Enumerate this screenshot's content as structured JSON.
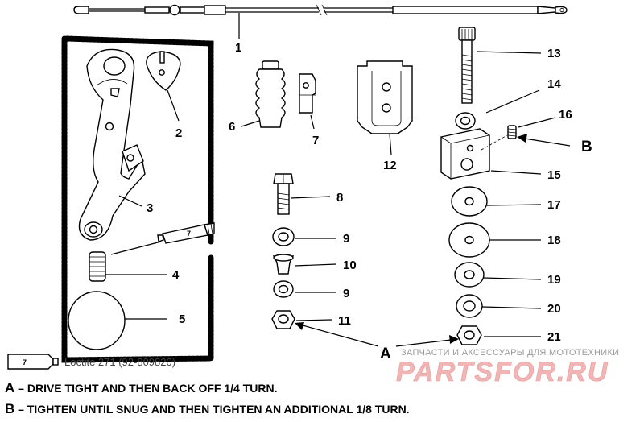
{
  "callouts": {
    "c1": "1",
    "c2": "2",
    "c3": "3",
    "c4": "4",
    "c5": "5",
    "c6": "6",
    "c7a": "7",
    "c8": "8",
    "c9a": "9",
    "c10": "10",
    "c9b": "9",
    "c11": "11",
    "c12": "12",
    "c13": "13",
    "c14": "14",
    "c15": "15",
    "c16": "16",
    "c17": "17",
    "c18": "18",
    "c19": "19",
    "c20": "20",
    "c21": "21"
  },
  "letters": {
    "a": "A",
    "b": "B"
  },
  "tube_label": "7",
  "legend": {
    "tube_number": "7",
    "text": "Loctite 271 (92-809820)"
  },
  "notes": [
    {
      "key": "A",
      "text": "DRIVE TIGHT AND THEN BACK OFF 1/4 TURN."
    },
    {
      "key": "B",
      "text": "TIGHTEN UNTIL SNUG AND THEN TIGHTEN AN ADDITIONAL 1/8 TURN."
    }
  ],
  "watermark": {
    "tagline": "ЗАПЧАСТИ И АКСЕССУАРЫ ДЛЯ МОТОТЕХНИКИ",
    "brand": "PARTSFOR.RU",
    "colors": {
      "brand": "#f1b5b5",
      "tagline": "#9a9a9a"
    }
  }
}
